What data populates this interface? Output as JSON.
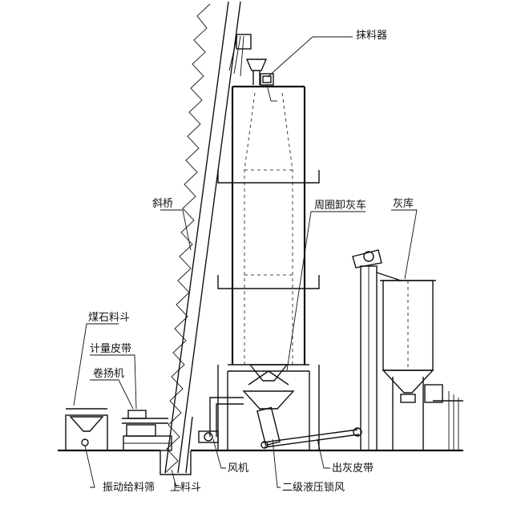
{
  "labels": {
    "distributor": "抹料器",
    "inclined_bridge": "斜桥",
    "ash_unloader": "周圈卸灰车",
    "ash_silo": "灰库",
    "coal_hopper": "煤石料斗",
    "metering_belt": "计量皮带",
    "hoist": "卷扬机",
    "fan": "风机",
    "ash_belt": "出灰皮带",
    "vibrating_feeder": "振动给料筛",
    "loading_hopper": "上料斗",
    "hydraulic_airlock": "二级液压锁风"
  },
  "colors": {
    "line": "#111111",
    "background": "#ffffff"
  }
}
